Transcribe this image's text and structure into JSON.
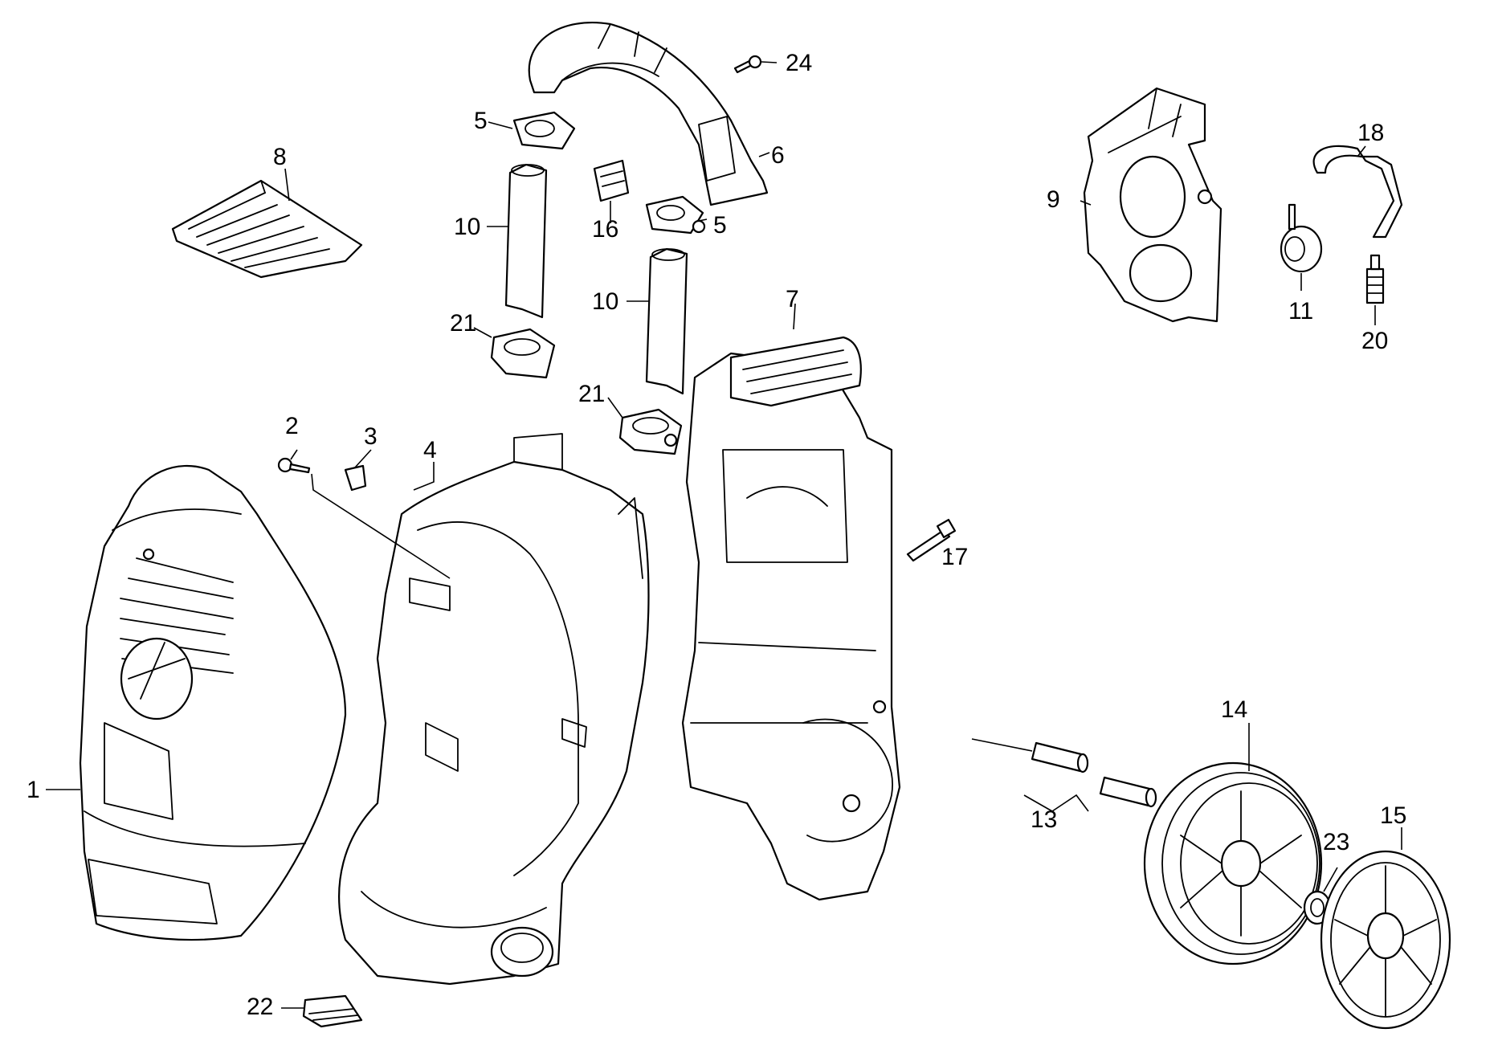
{
  "diagram": {
    "callouts": [
      {
        "id": "p1",
        "number": "1",
        "part": "front-cover"
      },
      {
        "id": "p2",
        "number": "2",
        "part": "screw"
      },
      {
        "id": "p3",
        "number": "3",
        "part": "clip"
      },
      {
        "id": "p4",
        "number": "4",
        "part": "front-housing"
      },
      {
        "id": "p5a",
        "number": "5",
        "part": "handle-tube-cap"
      },
      {
        "id": "p5b",
        "number": "5",
        "part": "handle-tube-cap"
      },
      {
        "id": "p6",
        "number": "6",
        "part": "handle"
      },
      {
        "id": "p7",
        "number": "7",
        "part": "rear-housing"
      },
      {
        "id": "p8",
        "number": "8",
        "part": "ventilation-grille"
      },
      {
        "id": "p9",
        "number": "9",
        "part": "hose-holder-plate"
      },
      {
        "id": "p10a",
        "number": "10",
        "part": "handle-tube"
      },
      {
        "id": "p10b",
        "number": "10",
        "part": "handle-tube"
      },
      {
        "id": "p11",
        "number": "11",
        "part": "hose-connector"
      },
      {
        "id": "p13",
        "number": "13",
        "part": "axle"
      },
      {
        "id": "p14",
        "number": "14",
        "part": "wheel"
      },
      {
        "id": "p15",
        "number": "15",
        "part": "hub-cap"
      },
      {
        "id": "p16",
        "number": "16",
        "part": "retaining-clip"
      },
      {
        "id": "p17",
        "number": "17",
        "part": "bolt"
      },
      {
        "id": "p18",
        "number": "18",
        "part": "hose"
      },
      {
        "id": "p20",
        "number": "20",
        "part": "nozzle"
      },
      {
        "id": "p21a",
        "number": "21",
        "part": "tube-socket"
      },
      {
        "id": "p21b",
        "number": "21",
        "part": "tube-socket"
      },
      {
        "id": "p22",
        "number": "22",
        "part": "foot-pad"
      },
      {
        "id": "p23",
        "number": "23",
        "part": "retaining-washer"
      },
      {
        "id": "p24",
        "number": "24",
        "part": "screw"
      }
    ]
  }
}
